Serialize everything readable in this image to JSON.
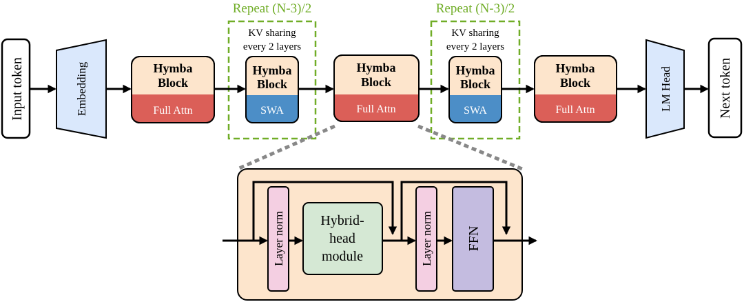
{
  "colors": {
    "block_bg": "#fde5cc",
    "full_attn": "#db5f58",
    "swa": "#4c8ec7",
    "embed_bg": "#dae8fc",
    "repeat_green": "#70ad27",
    "norm_pink": "#f4cfe2",
    "hybrid_green": "#d5e8d4",
    "ffn_purple": "#c4bce0",
    "detail_bg": "#fde5cc"
  },
  "input_token": "Input token",
  "embedding": "Embedding",
  "lm_head": "LM Head",
  "next_token": "Next token",
  "blocks": {
    "b1": {
      "title_line1": "Hymba",
      "title_line2": "Block",
      "attn": "Full Attn"
    },
    "b2": {
      "title_line1": "Hymba",
      "title_line2": "Block",
      "attn": "SWA"
    },
    "b3": {
      "title_line1": "Hymba",
      "title_line2": "Block",
      "attn": "Full Attn"
    },
    "b4": {
      "title_line1": "Hymba",
      "title_line2": "Block",
      "attn": "SWA"
    },
    "b5": {
      "title_line1": "Hymba",
      "title_line2": "Block",
      "attn": "Full Attn"
    }
  },
  "repeat_groups": [
    {
      "label": "Repeat (N-3)/2",
      "note_line1": "KV sharing",
      "note_line2": "every 2 layers"
    },
    {
      "label": "Repeat (N-3)/2",
      "note_line1": "KV sharing",
      "note_line2": "every 2 layers"
    }
  ],
  "detail": {
    "norm1": "Layer norm",
    "hybrid_line1": "Hybrid-",
    "hybrid_line2": "head",
    "hybrid_line3": "module",
    "norm2": "Layer norm",
    "ffn": "FFN"
  }
}
